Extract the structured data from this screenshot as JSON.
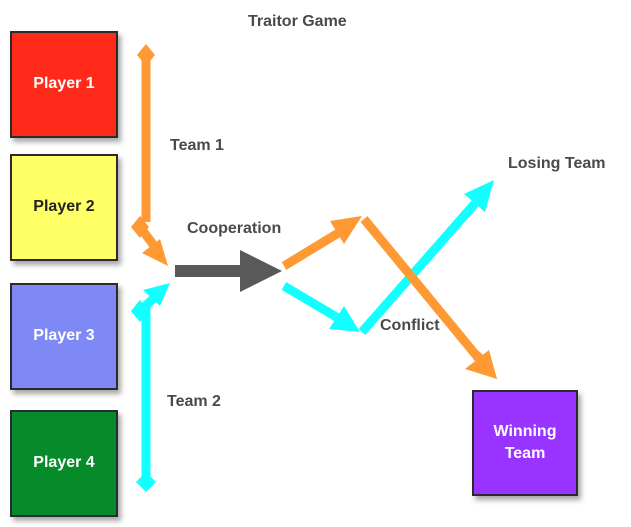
{
  "title": "Traitor Game",
  "players": [
    {
      "label": "Player 1",
      "color": "#ff2a1a"
    },
    {
      "label": "Player 2",
      "color": "#ffff66"
    },
    {
      "label": "Player 3",
      "color": "#7f89f5"
    },
    {
      "label": "Player 4",
      "color": "#068a2a"
    }
  ],
  "teams": {
    "team1": "Team 1",
    "team2": "Team 2"
  },
  "labels": {
    "cooperation": "Cooperation",
    "conflict": "Conflict",
    "losing_team": "Losing Team"
  },
  "winning_team": {
    "label": "Winning Team",
    "color": "#9933ff"
  },
  "colors": {
    "team1_arrow": "#ff9933",
    "team2_arrow": "#11ffff",
    "cooperation_arrow": "#595959"
  }
}
